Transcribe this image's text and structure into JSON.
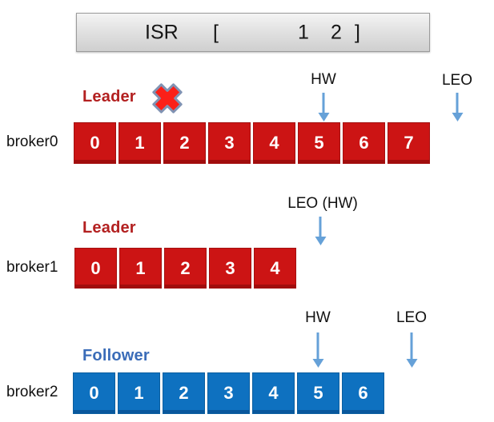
{
  "isr_box": {
    "label": "ISR",
    "bracket_open": "[",
    "members": [
      "1",
      "2"
    ],
    "bracket_close": "]"
  },
  "brokers": [
    {
      "name": "broker0",
      "role": "Leader",
      "leader_failed": true,
      "hw_label": "HW",
      "leo_label": "LEO",
      "cells": [
        "0",
        "1",
        "2",
        "3",
        "4",
        "5",
        "6",
        "7"
      ]
    },
    {
      "name": "broker1",
      "role": "Leader",
      "leader_failed": false,
      "leo_label": "LEO (HW)",
      "cells": [
        "0",
        "1",
        "2",
        "3",
        "4"
      ]
    },
    {
      "name": "broker2",
      "role": "Follower",
      "leader_failed": false,
      "hw_label": "HW",
      "leo_label": "LEO",
      "cells": [
        "0",
        "1",
        "2",
        "3",
        "4",
        "5",
        "6"
      ]
    }
  ],
  "colors": {
    "red_segment": "#cc1414",
    "blue_segment": "#0e71c0",
    "leader_label": "#b32020",
    "follower_label": "#3a6cb8",
    "arrow": "#66a1d8",
    "isr_box_bg": "#dcdcdc",
    "isr_box_border": "#9b9b9b",
    "failed_x_fill": "#fb2018",
    "failed_x_outline": "#8193b3"
  }
}
